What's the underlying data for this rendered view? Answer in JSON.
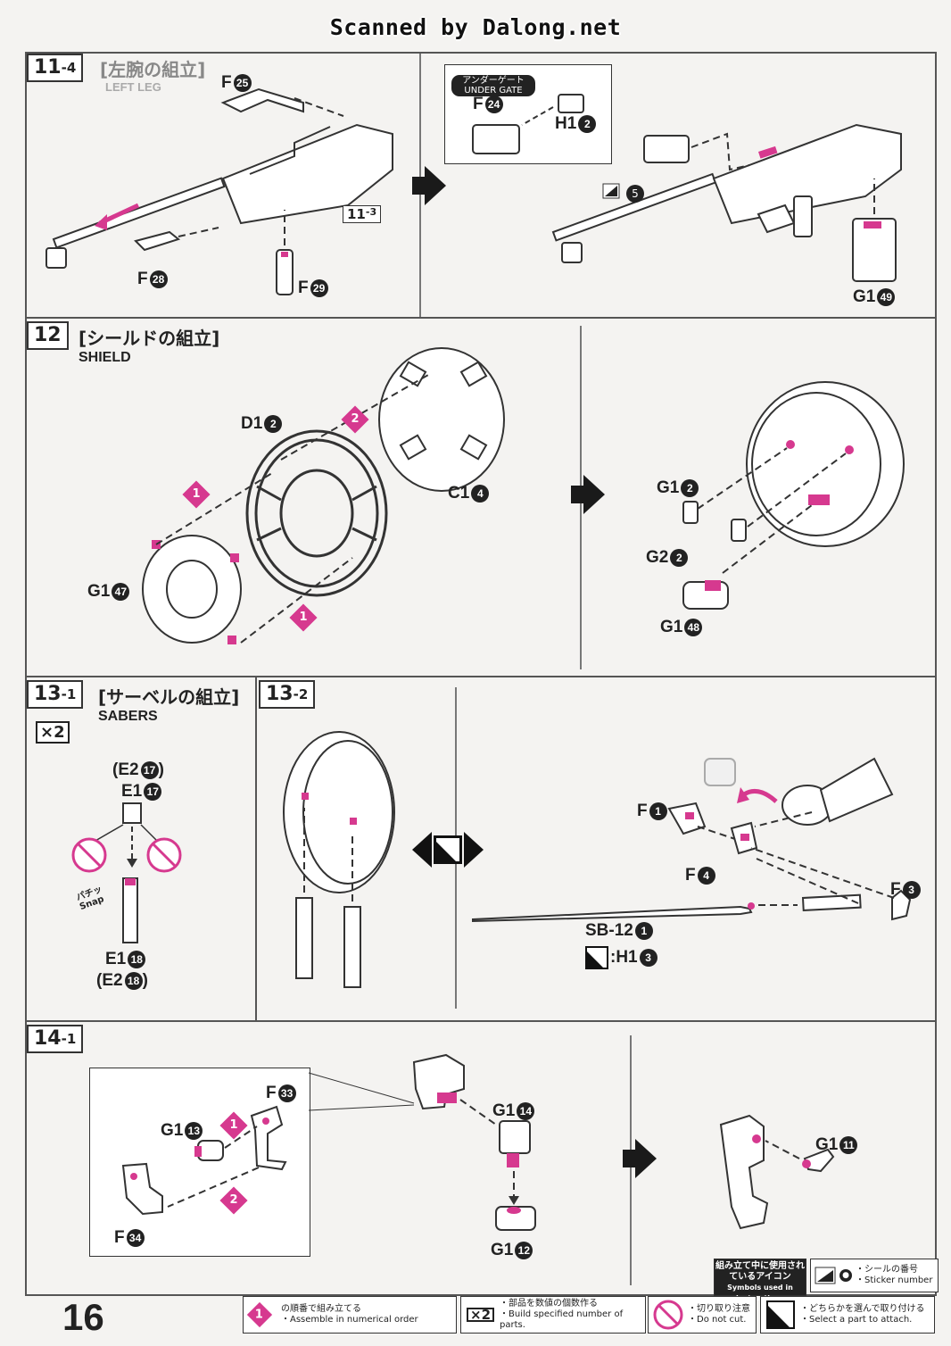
{
  "watermark": "Scanned by Dalong.net",
  "page_number": "16",
  "colors": {
    "accent_magenta": "#d6398f",
    "line": "#555555",
    "paper": "#f4f3f1"
  },
  "step_11_4": {
    "step": "11",
    "sub": "-4",
    "title_jp": "[左腕の組立]",
    "title_en": "LEFT LEG",
    "under_gate": "アンダーゲート UNDER GATE",
    "ref": "11",
    "ref_sub": "-3",
    "sticker": "5",
    "parts": [
      {
        "label": "F",
        "num": "25"
      },
      {
        "label": "F",
        "num": "24"
      },
      {
        "label": "H1",
        "num": "2"
      },
      {
        "label": "F",
        "num": "28"
      },
      {
        "label": "F",
        "num": "29"
      },
      {
        "label": "G1",
        "num": "49"
      }
    ]
  },
  "step_12": {
    "step": "12",
    "title_jp": "[シールドの組立]",
    "title_en": "SHIELD",
    "order": [
      "1",
      "2",
      "1"
    ],
    "parts": [
      {
        "label": "D1",
        "num": "2"
      },
      {
        "label": "C1",
        "num": "4"
      },
      {
        "label": "G1",
        "num": "47"
      },
      {
        "label": "G1",
        "num": "2"
      },
      {
        "label": "G2",
        "num": "2"
      },
      {
        "label": "G1",
        "num": "48"
      }
    ]
  },
  "step_13_1": {
    "step": "13",
    "sub": "-1",
    "title_jp": "[サーベルの組立]",
    "title_en": "SABERS",
    "qty": "×2",
    "snap": "パチッ Snap",
    "parts": [
      {
        "label": "(E2",
        "num": "17",
        "suffix": ")"
      },
      {
        "label": "E1",
        "num": "17",
        "suffix": ""
      },
      {
        "label": "E1",
        "num": "18",
        "suffix": ""
      },
      {
        "label": "(E2",
        "num": "18",
        "suffix": ")"
      }
    ]
  },
  "step_13_2": {
    "step": "13",
    "sub": "-2",
    "parts": [
      {
        "label": "F",
        "num": "1"
      },
      {
        "label": "F",
        "num": "4"
      },
      {
        "label": "F",
        "num": "3"
      },
      {
        "label": "SB-12",
        "num": "1"
      },
      {
        "label": ":H1",
        "num": "3"
      }
    ]
  },
  "step_14_1": {
    "step": "14",
    "sub": "-1",
    "order": [
      "1",
      "2"
    ],
    "parts": [
      {
        "label": "F",
        "num": "33"
      },
      {
        "label": "G1",
        "num": "13"
      },
      {
        "label": "F",
        "num": "34"
      },
      {
        "label": "G1",
        "num": "14"
      },
      {
        "label": "G1",
        "num": "12"
      },
      {
        "label": "G1",
        "num": "11"
      }
    ]
  },
  "legend": {
    "title_jp": "組み立て中に使用されているアイコン",
    "title_en": "Symbols used in instructions",
    "sticker_jp": "・シールの番号",
    "sticker_en": "・Sticker number",
    "order_jp": "の順番で組み立てる",
    "order_en": "・Assemble in numerical order",
    "qty_jp": "・部品を数値の個数作る",
    "qty_en": "・Build specified number of parts.",
    "cut_jp": "・切り取り注意",
    "cut_en": "・Do not cut.",
    "select_jp": "・どちらかを選んで取り付ける",
    "select_en": "・Select a part to attach."
  }
}
